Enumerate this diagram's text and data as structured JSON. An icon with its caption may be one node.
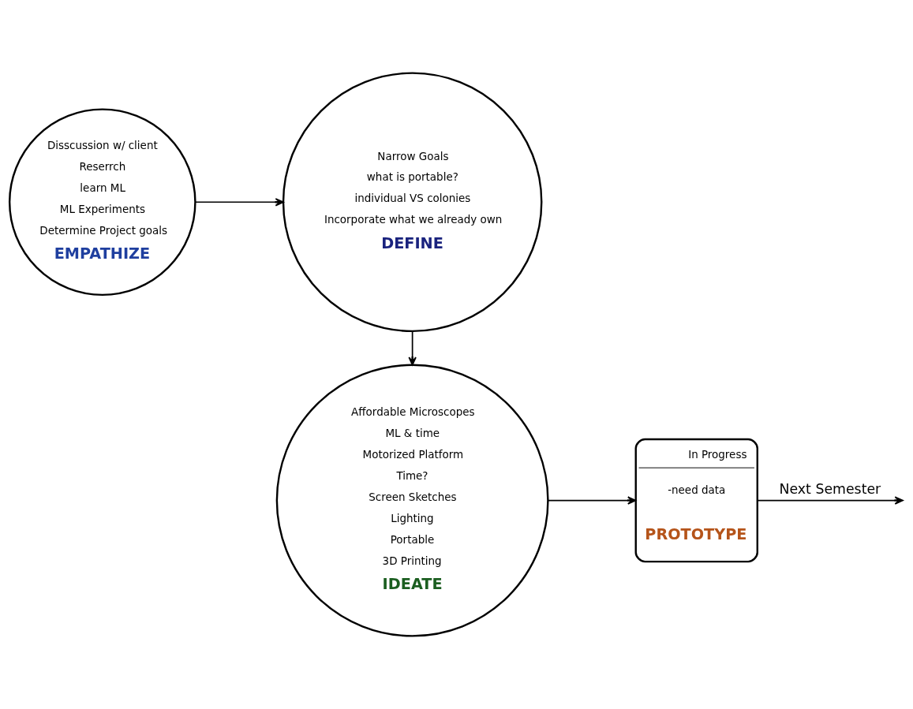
{
  "diagram": {
    "nodes": [
      {
        "text": [
          "Disscussion w/ client",
          "Reserrch",
          "learn ML",
          "ML Experiments",
          "Determine Project goals",
          "EMPATHIZE"
        ]
      },
      {
        "text": [
          "Narrow Goals",
          "what is portable?",
          "individual VS colonies",
          "Incorporate what we already own",
          "DEFINE"
        ]
      },
      {
        "text": [
          "Affordable Microscopes",
          "ML & time",
          "Motorized Platform",
          "Time?",
          "Screen Sketches",
          "Lighting",
          "Portable",
          "3D Printing",
          "IDEATE"
        ]
      },
      {
        "text": [
          "In Progress",
          "-need data",
          "PROTOTYPE"
        ]
      }
    ],
    "edges": [
      {
        "from": 0,
        "to": 1,
        "arrow": "to"
      },
      {
        "from": 1,
        "to": 2,
        "arrow": "to"
      },
      {
        "from": 2,
        "to": 3,
        "arrow": "to"
      },
      {
        "from": 3,
        "to": null,
        "arrow": "to",
        "label": "Next Semester"
      }
    ]
  }
}
